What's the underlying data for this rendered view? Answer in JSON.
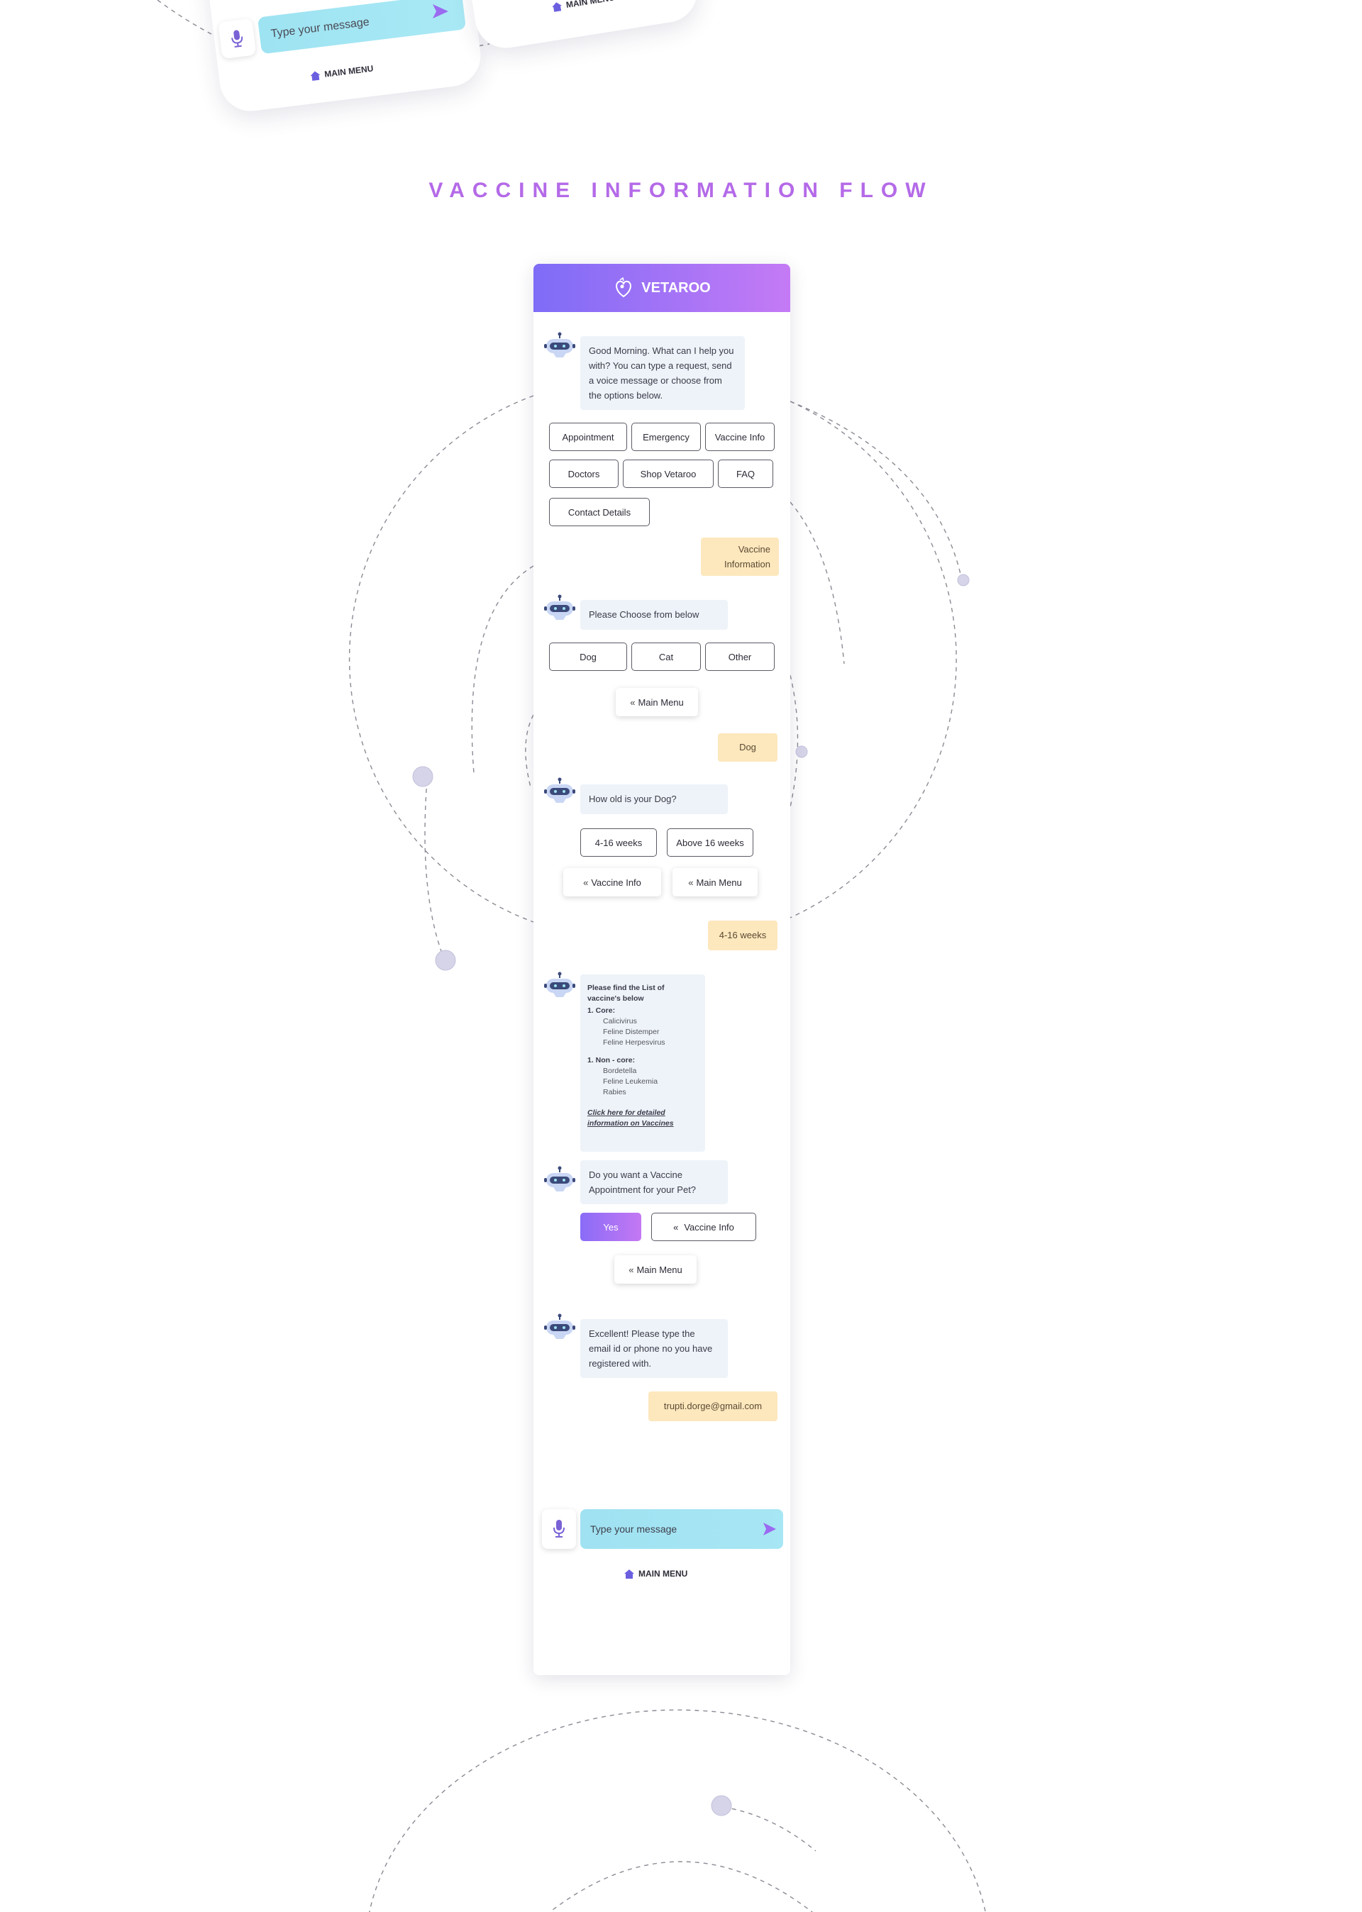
{
  "page": {
    "section_title": "VACCINE INFORMATION FLOW"
  },
  "top_cards": {
    "input_placeholder": "Type your message",
    "main_menu": "MAIN MENU"
  },
  "app": {
    "brand": "VETAROO"
  },
  "chat": {
    "greeting": "Good Morning. What can I help you with? You can type a request, send a voice message or choose from the options below.",
    "options": [
      "Appointment",
      "Emergency",
      "Vaccine Info",
      "Doctors",
      "Shop Vetaroo",
      "FAQ",
      "Contact Details"
    ],
    "user_reply_1": "Vaccine Information",
    "choose_prompt": "Please Choose from below",
    "pet_options": [
      "Dog",
      "Cat",
      "Other"
    ],
    "main_menu_label": "Main Menu",
    "user_reply_2": "Dog",
    "age_prompt": "How old is your Dog?",
    "age_options": [
      "4-16 weeks",
      "Above 16 weeks"
    ],
    "vaccine_info_label": "Vaccine Info",
    "user_reply_3": "4-16 weeks",
    "vaccine_list": {
      "title": "Please find the List of vaccine's below",
      "core_label": "1. Core:",
      "core_items": [
        "Calicivirus",
        "Feline Distemper",
        "Feline Herpesvirus"
      ],
      "noncore_label": "1. Non - core:",
      "noncore_items": [
        "Bordetella",
        "Feline Leukemia",
        "Rabies"
      ],
      "link": "Click here for detailed information on Vaccines"
    },
    "appointment_prompt": "Do you want a Vaccine Appointment for your Pet?",
    "yes_label": "Yes",
    "register_prompt": "Excellent! Please type the email id or phone no you have registered with.",
    "user_email": "trupti.dorge@gmail.com"
  },
  "composer": {
    "placeholder": "Type your message",
    "main_menu": "MAIN MENU"
  },
  "colors": {
    "accent_start": "#7e6cf7",
    "accent_end": "#c57af5",
    "title": "#b46ae8",
    "user_bubble": "#fde7bd",
    "bot_bubble": "#eef3f9",
    "input": "#a0e2f2"
  },
  "icons": {
    "bot": "robot-icon",
    "mic": "microphone-icon",
    "send": "send-icon",
    "home": "home-icon",
    "logo": "vetaroo-logo-icon",
    "chevron": "double-chevron-left-icon"
  }
}
